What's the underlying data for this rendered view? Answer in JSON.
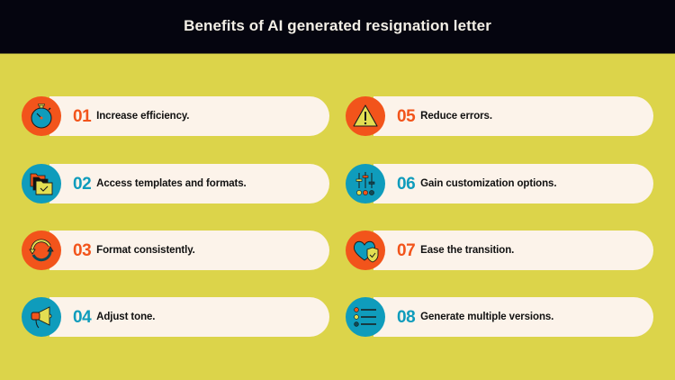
{
  "header": {
    "title": "Benefits of AI generated resignation letter"
  },
  "colors": {
    "background": "#dcd44a",
    "header": "#05050f",
    "pill": "#fcf3ea",
    "orange": "#f2541b",
    "blue": "#0f9cbc",
    "yellow": "#e3de52",
    "dark_teal": "#0e4a56"
  },
  "items": [
    {
      "number": "01",
      "label": "Increase efficiency.",
      "icon": "stopwatch-icon",
      "accent": "orange"
    },
    {
      "number": "02",
      "label": "Access templates and formats.",
      "icon": "folders-icon",
      "accent": "blue"
    },
    {
      "number": "03",
      "label": "Format consistently.",
      "icon": "refresh-arrows-icon",
      "accent": "orange"
    },
    {
      "number": "04",
      "label": "Adjust tone.",
      "icon": "megaphone-icon",
      "accent": "blue"
    },
    {
      "number": "05",
      "label": "Reduce errors.",
      "icon": "warning-icon",
      "accent": "orange"
    },
    {
      "number": "06",
      "label": "Gain customization options.",
      "icon": "sliders-icon",
      "accent": "blue"
    },
    {
      "number": "07",
      "label": "Ease the transition.",
      "icon": "heart-shield-icon",
      "accent": "orange"
    },
    {
      "number": "08",
      "label": "Generate multiple versions.",
      "icon": "list-icon",
      "accent": "blue"
    }
  ]
}
